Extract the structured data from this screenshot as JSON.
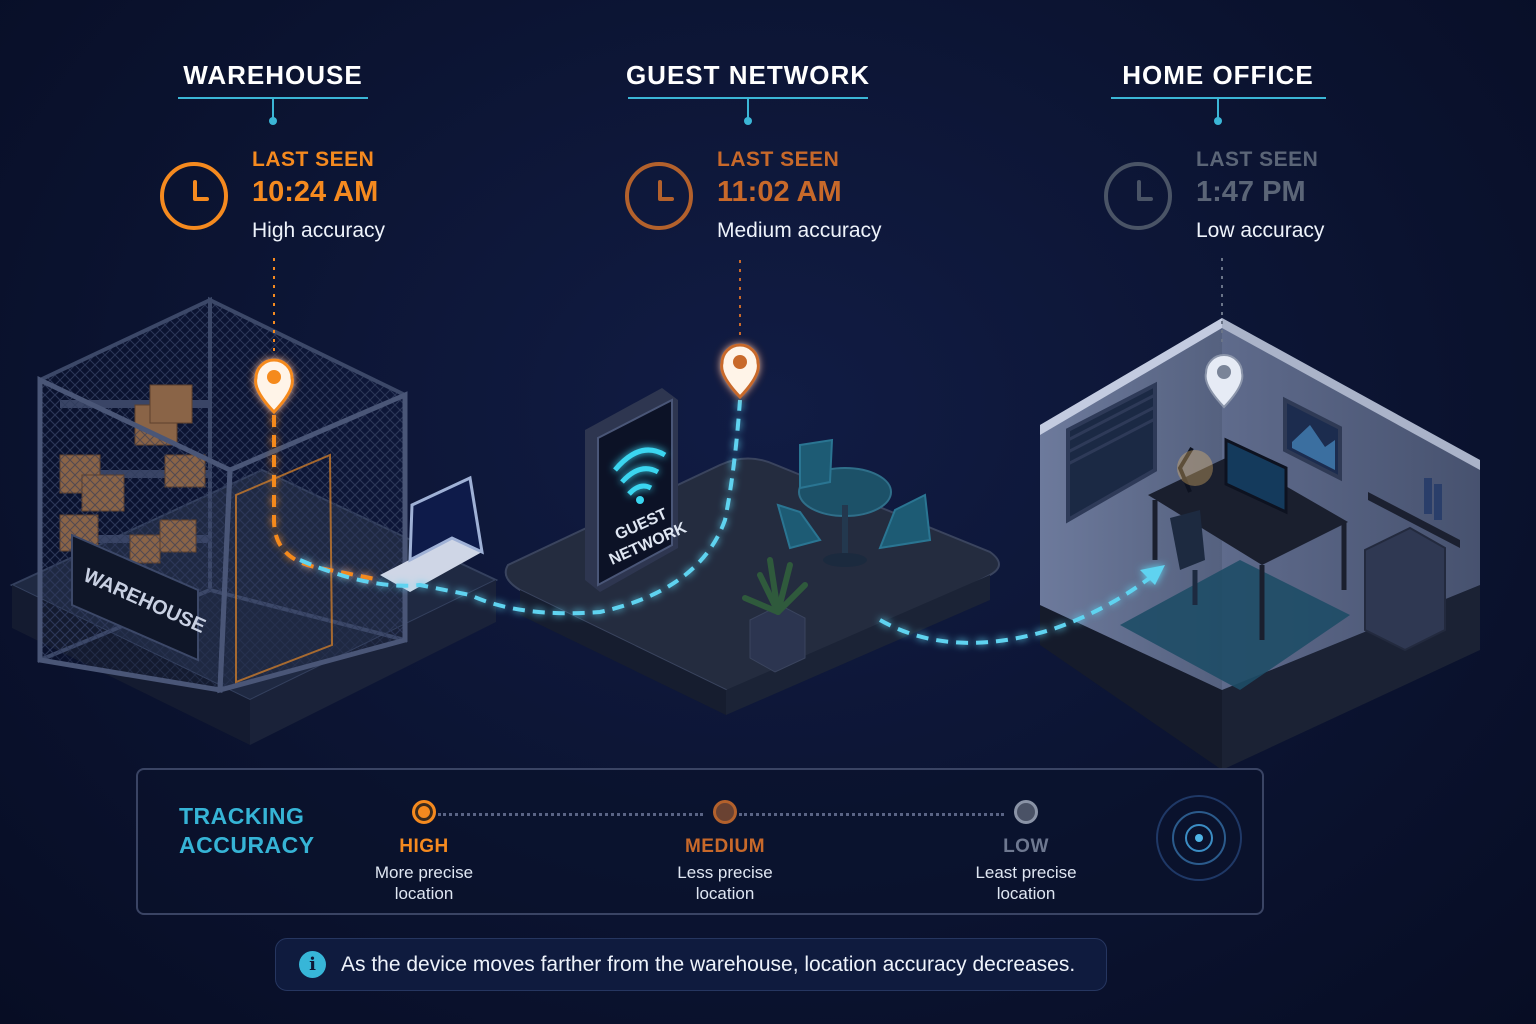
{
  "locations": [
    {
      "title": "WAREHOUSE",
      "last_seen_label": "LAST SEEN",
      "time": "10:24 AM",
      "accuracy": "High accuracy",
      "level": "high",
      "icon": "clock-icon"
    },
    {
      "title": "GUEST NETWORK",
      "last_seen_label": "LAST SEEN",
      "time": "11:02 AM",
      "accuracy": "Medium accuracy",
      "level": "medium",
      "icon": "clock-icon"
    },
    {
      "title": "HOME OFFICE",
      "last_seen_label": "LAST SEEN",
      "time": "1:47 PM",
      "accuracy": "Low accuracy",
      "level": "low",
      "icon": "clock-icon"
    }
  ],
  "scene": {
    "warehouse_sign": "WAREHOUSE",
    "guest_sign_line1": "GUEST",
    "guest_sign_line2": "NETWORK"
  },
  "legend": {
    "title_line1": "TRACKING",
    "title_line2": "ACCURACY",
    "levels": [
      {
        "name": "HIGH",
        "desc_line1": "More precise",
        "desc_line2": "location"
      },
      {
        "name": "MEDIUM",
        "desc_line1": "Less precise",
        "desc_line2": "location"
      },
      {
        "name": "LOW",
        "desc_line1": "Least precise",
        "desc_line2": "location"
      }
    ]
  },
  "note": {
    "icon": "info-icon",
    "icon_glyph": "i",
    "text": "As the device moves farther from the warehouse, location accuracy decreases."
  },
  "colors": {
    "high": "#f58a1f",
    "medium": "#b3612c",
    "low": "#4a5466",
    "accent": "#3bb6d6",
    "path": "#5fd3f0"
  }
}
